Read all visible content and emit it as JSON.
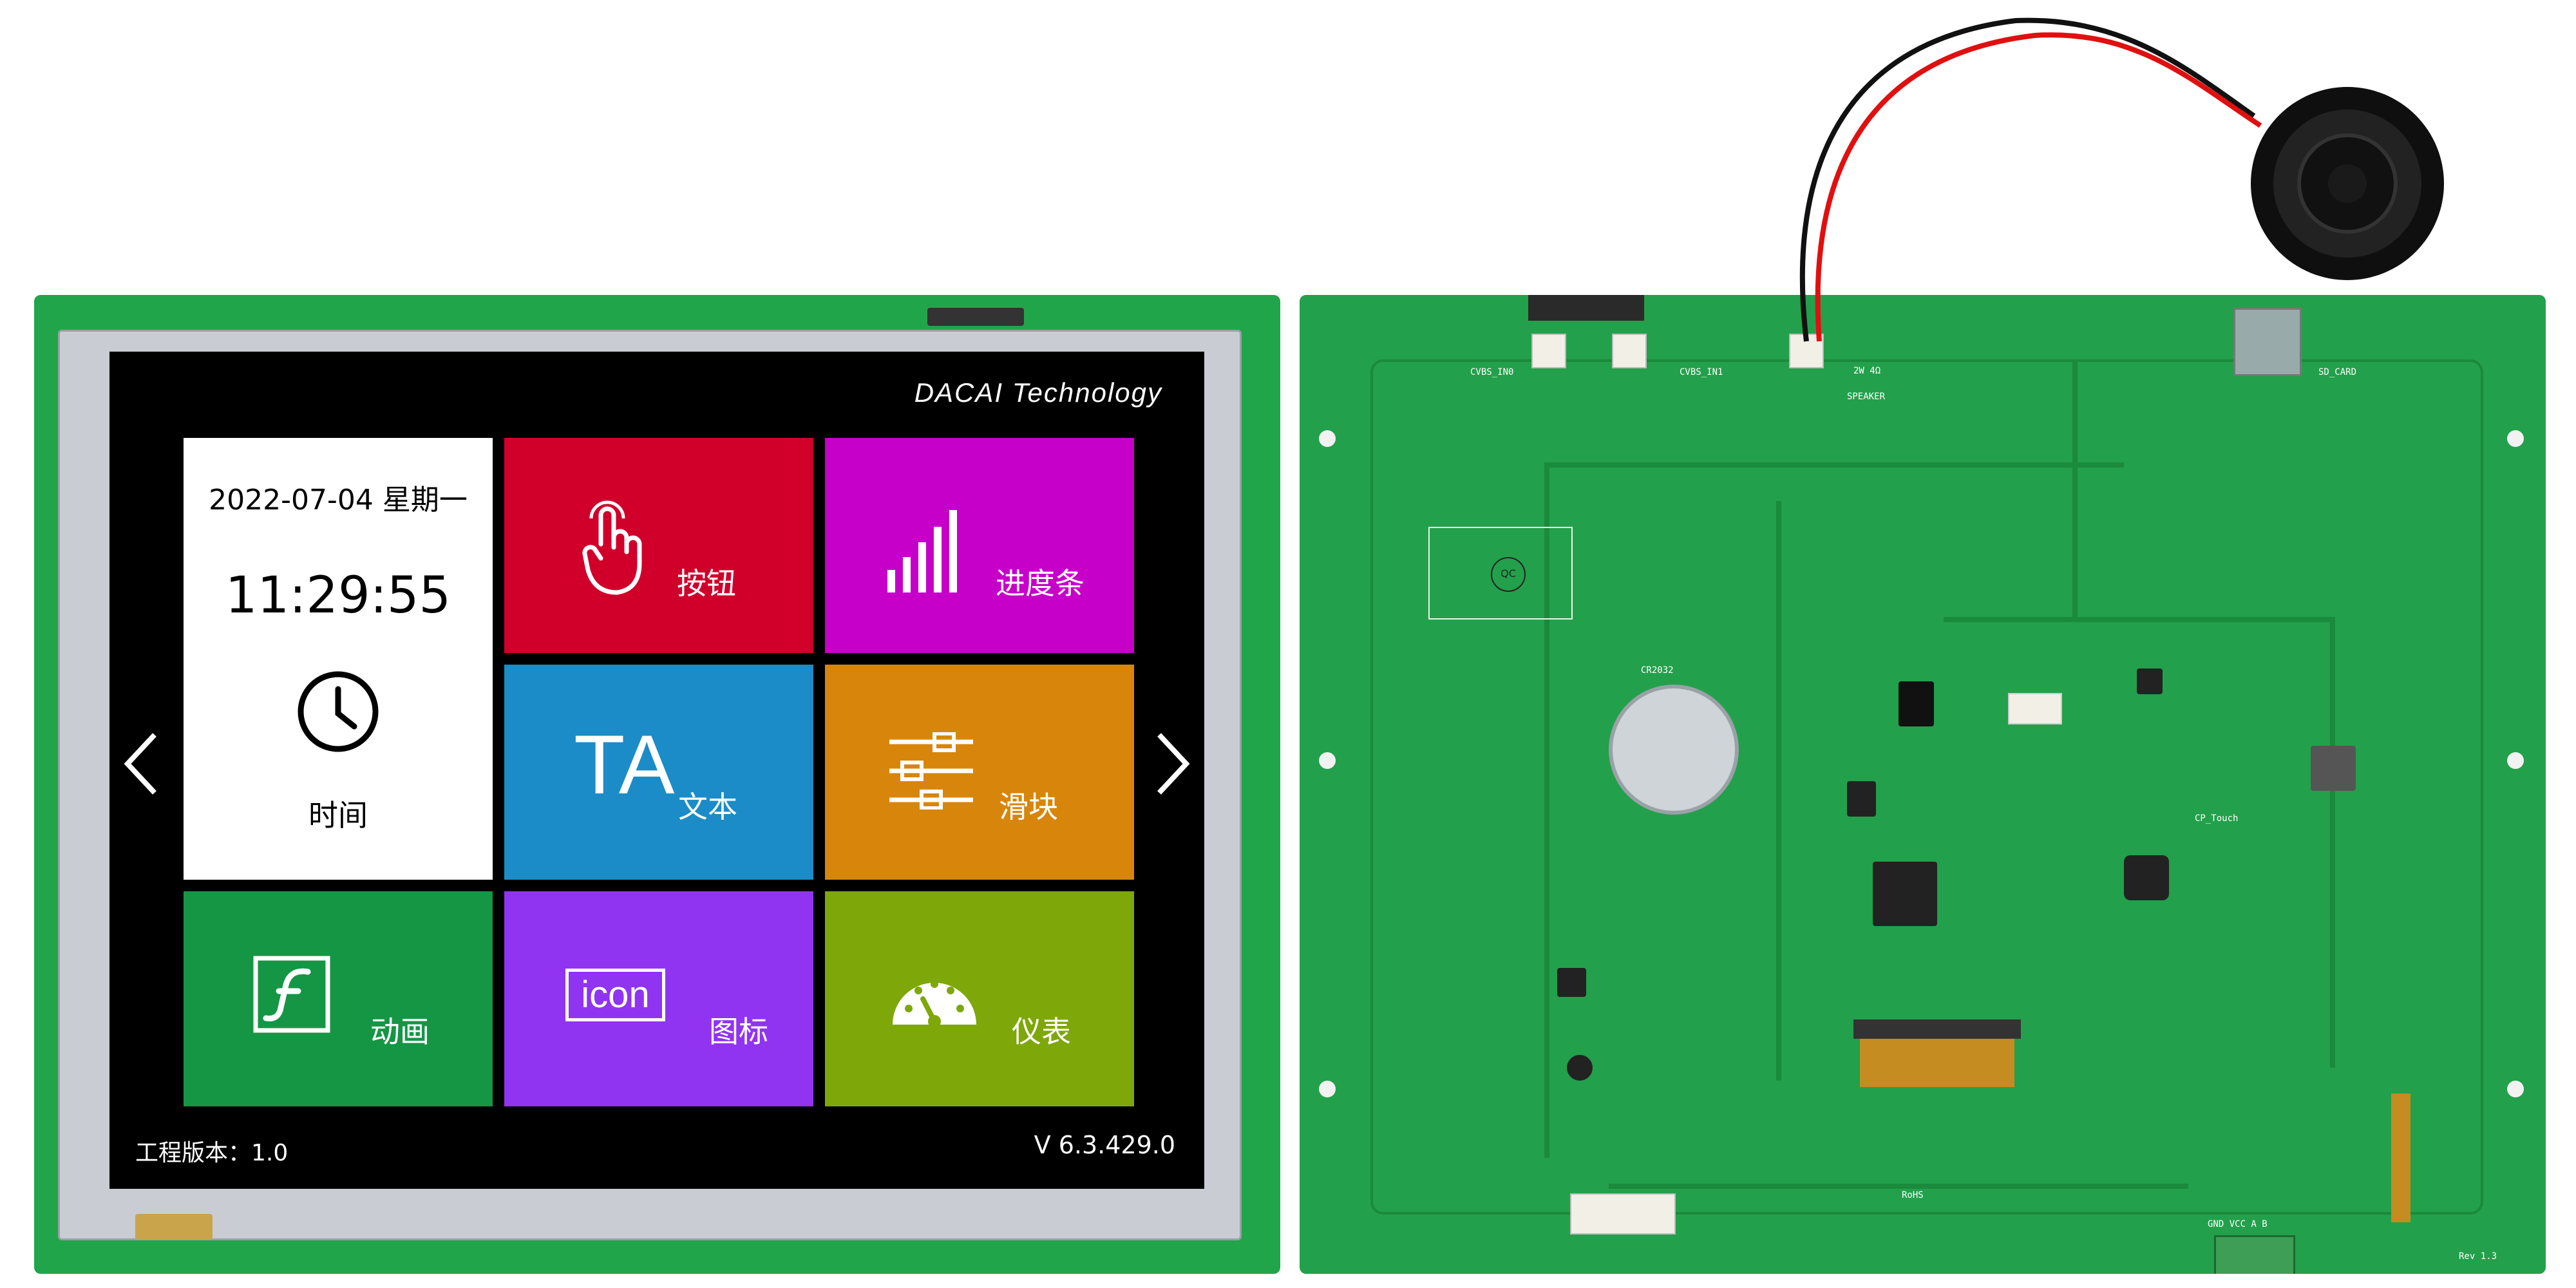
{
  "device": {
    "brand": "DACAI Technology",
    "footer_left": "工程版本：1.0",
    "footer_right": "V  6.3.429.0"
  },
  "time_tile": {
    "date": "2022-07-04 星期一",
    "time": "11:29:55",
    "label": "时间",
    "icon": "clock-icon"
  },
  "tiles": [
    {
      "label": "按钮",
      "icon": "hand-pointer-icon",
      "color": "#d0002b"
    },
    {
      "label": "进度条",
      "icon": "bar-level-icon",
      "color": "#c600c9"
    },
    {
      "label": "文本",
      "icon": "text-icon",
      "color": "#1b8cc7"
    },
    {
      "label": "滑块",
      "icon": "slider-icon",
      "color": "#d8860b"
    },
    {
      "label": "动画",
      "icon": "flash-icon",
      "color": "#159645"
    },
    {
      "label": "图标",
      "icon": "icon-badge",
      "color": "#9034f2"
    },
    {
      "label": "仪表",
      "icon": "gauge-icon",
      "color": "#7ea70a"
    }
  ],
  "text_icon_glyph": "TA",
  "icon_badge_text": "icon",
  "nav": {
    "prev_icon": "chevron-left-icon",
    "next_icon": "chevron-right-icon"
  },
  "pcb_labels": {
    "cvbs0": "CVBS_IN0",
    "cvbs1": "CVBS_IN1",
    "speaker": "SPEAKER",
    "speaker_spec": "2W 4Ω",
    "sd": "SD_CARD",
    "battery": "CR2032",
    "cp_touch": "CP_Touch",
    "power": "GND VCC A B",
    "rev": "Rev 1.3",
    "rohs": "RoHS",
    "qc": "QC"
  }
}
